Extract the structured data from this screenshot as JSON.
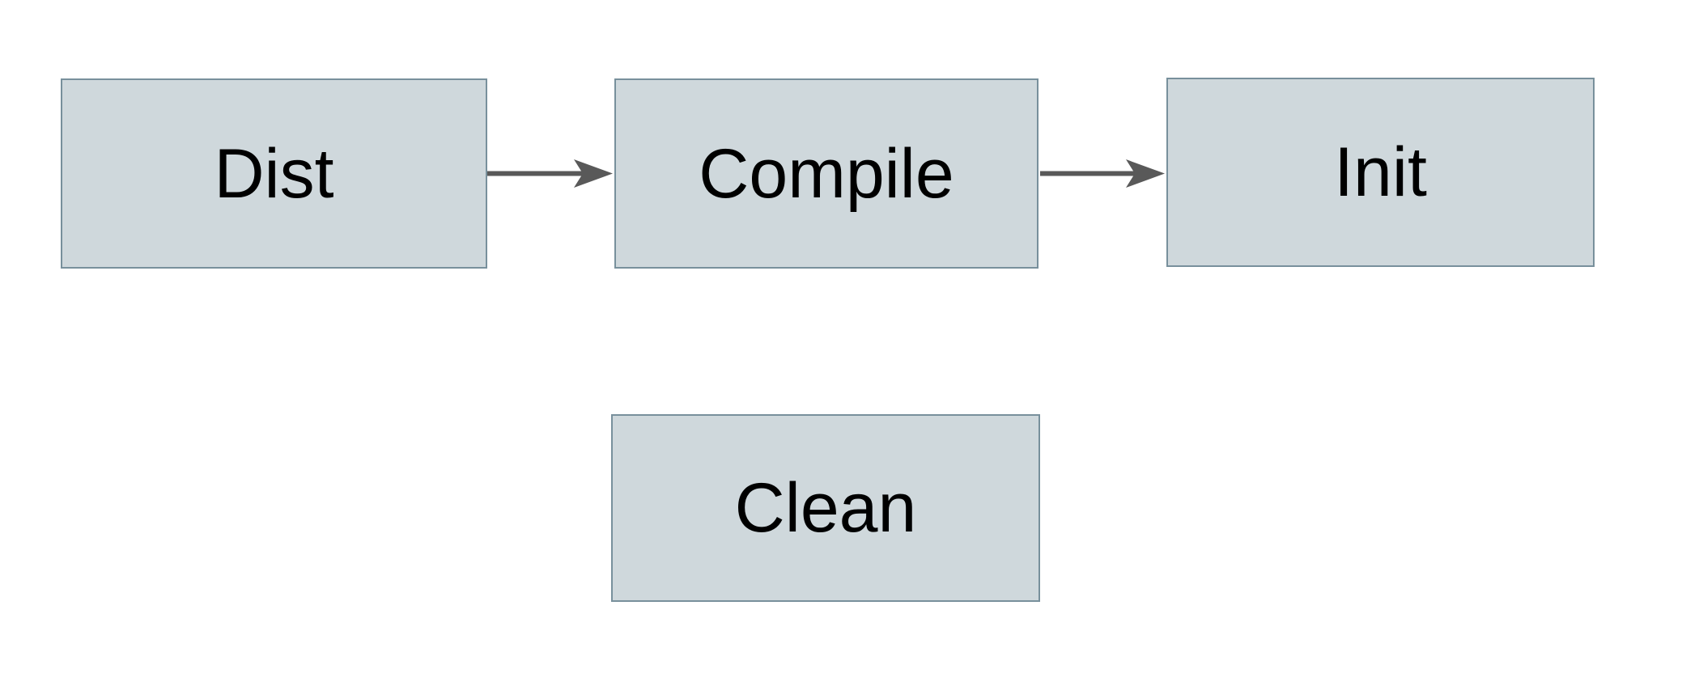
{
  "diagram": {
    "type": "flowchart",
    "background_color": "#ffffff",
    "node_fill_color": "#cfd8dc",
    "node_border_color": "#78909c",
    "arrow_color": "#595959",
    "text_color": "#000000",
    "nodes": [
      {
        "id": "dist",
        "label": "Dist"
      },
      {
        "id": "compile",
        "label": "Compile"
      },
      {
        "id": "init",
        "label": "Init"
      },
      {
        "id": "clean",
        "label": "Clean"
      }
    ],
    "edges": [
      {
        "from": "Dist",
        "to": "Compile",
        "style": "solid-arrow"
      },
      {
        "from": "Compile",
        "to": "Init",
        "style": "solid-arrow"
      }
    ]
  }
}
